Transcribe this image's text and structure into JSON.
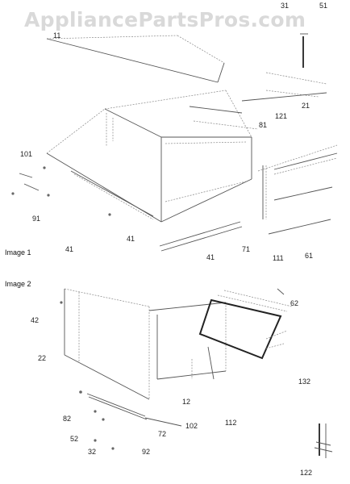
{
  "watermark": "AppliancePartsPros.com",
  "sections": {
    "image1": "Image 1",
    "image2": "Image 2"
  },
  "parts": {
    "p11": "11",
    "p31": "31",
    "p51": "51",
    "p21": "21",
    "p121": "121",
    "p81": "81",
    "p101": "101",
    "p91": "91",
    "p41a": "41",
    "p41b": "41",
    "p41c": "41",
    "p71": "71",
    "p111": "111",
    "p61": "61",
    "p62": "62",
    "p42": "42",
    "p22": "22",
    "p12": "12",
    "p132": "132",
    "p82": "82",
    "p102": "102",
    "p112": "112",
    "p52": "52",
    "p72": "72",
    "p32": "32",
    "p92": "92",
    "p122": "122"
  }
}
